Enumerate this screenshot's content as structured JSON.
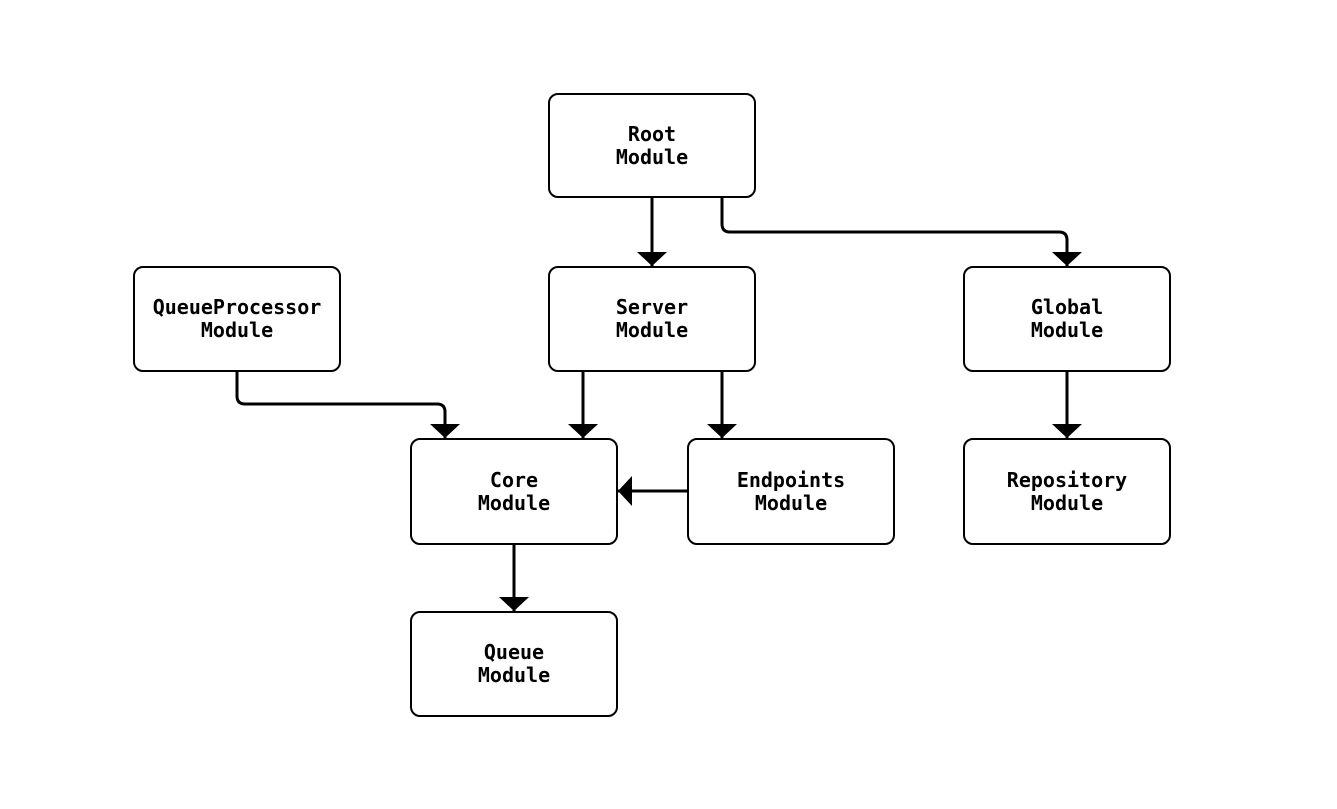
{
  "diagram": {
    "colors": {
      "background": "#ffffff",
      "node_fill": "#ffffff",
      "node_border": "#000000",
      "edge": "#000000",
      "text": "#000000"
    },
    "nodes": [
      {
        "id": "root",
        "label": "Root\nModule"
      },
      {
        "id": "server",
        "label": "Server\nModule"
      },
      {
        "id": "queueprocessor",
        "label": "QueueProcessor\nModule"
      },
      {
        "id": "global",
        "label": "Global\nModule"
      },
      {
        "id": "core",
        "label": "Core\nModule"
      },
      {
        "id": "endpoints",
        "label": "Endpoints\nModule"
      },
      {
        "id": "repository",
        "label": "Repository\nModule"
      },
      {
        "id": "queue",
        "label": "Queue\nModule"
      }
    ],
    "edges": [
      {
        "from": "root",
        "to": "server"
      },
      {
        "from": "root",
        "to": "global"
      },
      {
        "from": "queueprocessor",
        "to": "core"
      },
      {
        "from": "server",
        "to": "core"
      },
      {
        "from": "server",
        "to": "endpoints"
      },
      {
        "from": "endpoints",
        "to": "core"
      },
      {
        "from": "global",
        "to": "repository"
      },
      {
        "from": "core",
        "to": "queue"
      }
    ]
  }
}
